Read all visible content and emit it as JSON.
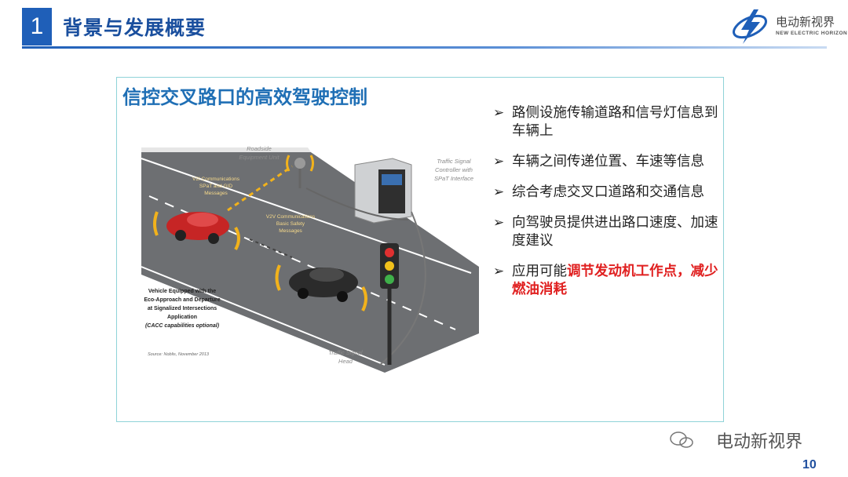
{
  "header": {
    "section_number": "1",
    "title": "背景与发展概要",
    "logo_text": "电动新视界",
    "logo_subtext": "NEW ELECTRIC HORIZON"
  },
  "panel": {
    "title": "信控交叉路口的高效驾驶控制",
    "illustration": {
      "roadside_unit": [
        "Roadside",
        "Equipment Unit"
      ],
      "controller": [
        "Traffic Signal",
        "Controller with",
        "SPaT Interface"
      ],
      "v2i": [
        "V2I Communications",
        "SPaT and GID",
        "Messages"
      ],
      "v2v": [
        "V2V Communications",
        "Basic Safety",
        "Messages"
      ],
      "vehicle": [
        "Vehicle Equipped with the",
        "Eco-Approach and Departure",
        "at Signalized Intersections",
        "Application",
        "(CACC capabilities optional)"
      ],
      "signal_head": [
        "Traffic Signal",
        "Head"
      ],
      "source": "Source: Noblis, November 2013"
    },
    "bullets": [
      {
        "text": "路侧设施传输道路和信号灯信息到车辆上"
      },
      {
        "text": "车辆之间传递位置、车速等信息"
      },
      {
        "text": "综合考虑交叉口道路和交通信息"
      },
      {
        "text": "向驾驶员提供进出路口速度、加速度建议"
      },
      {
        "text": "应用可能",
        "highlight": "调节发动机工作点，减少燃油消耗"
      }
    ]
  },
  "watermark": "电动新视界",
  "page_number": "10",
  "colors": {
    "brand": "#1f5fb8",
    "accent_red": "#e02020",
    "panel_border": "#8fd3d8"
  }
}
